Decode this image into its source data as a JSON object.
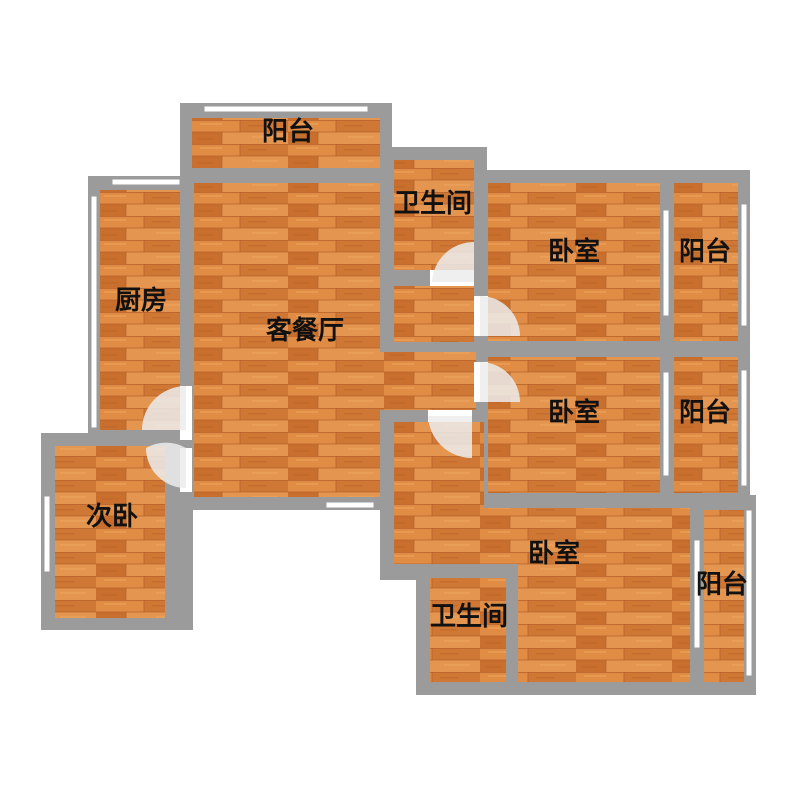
{
  "colors": {
    "wall": "#9b9b9b",
    "floor_base": "#d9843f",
    "floor_dark": "#c46c2a",
    "floor_light": "#e79a52",
    "window": "#ffffff",
    "door_swing": "#ececec",
    "label": "#111111"
  },
  "rooms": {
    "balcony_top": "阳台",
    "bathroom_top": "卫生间",
    "kitchen": "厨房",
    "living_dining": "客餐厅",
    "bedroom_upper": "卧室",
    "balcony_upper_right": "阳台",
    "bedroom_middle": "卧室",
    "balcony_middle_right": "阳台",
    "second_bedroom": "次卧",
    "master_bedroom": "卧室",
    "bathroom_bottom": "卫生间",
    "balcony_bottom_right": "阳台"
  }
}
